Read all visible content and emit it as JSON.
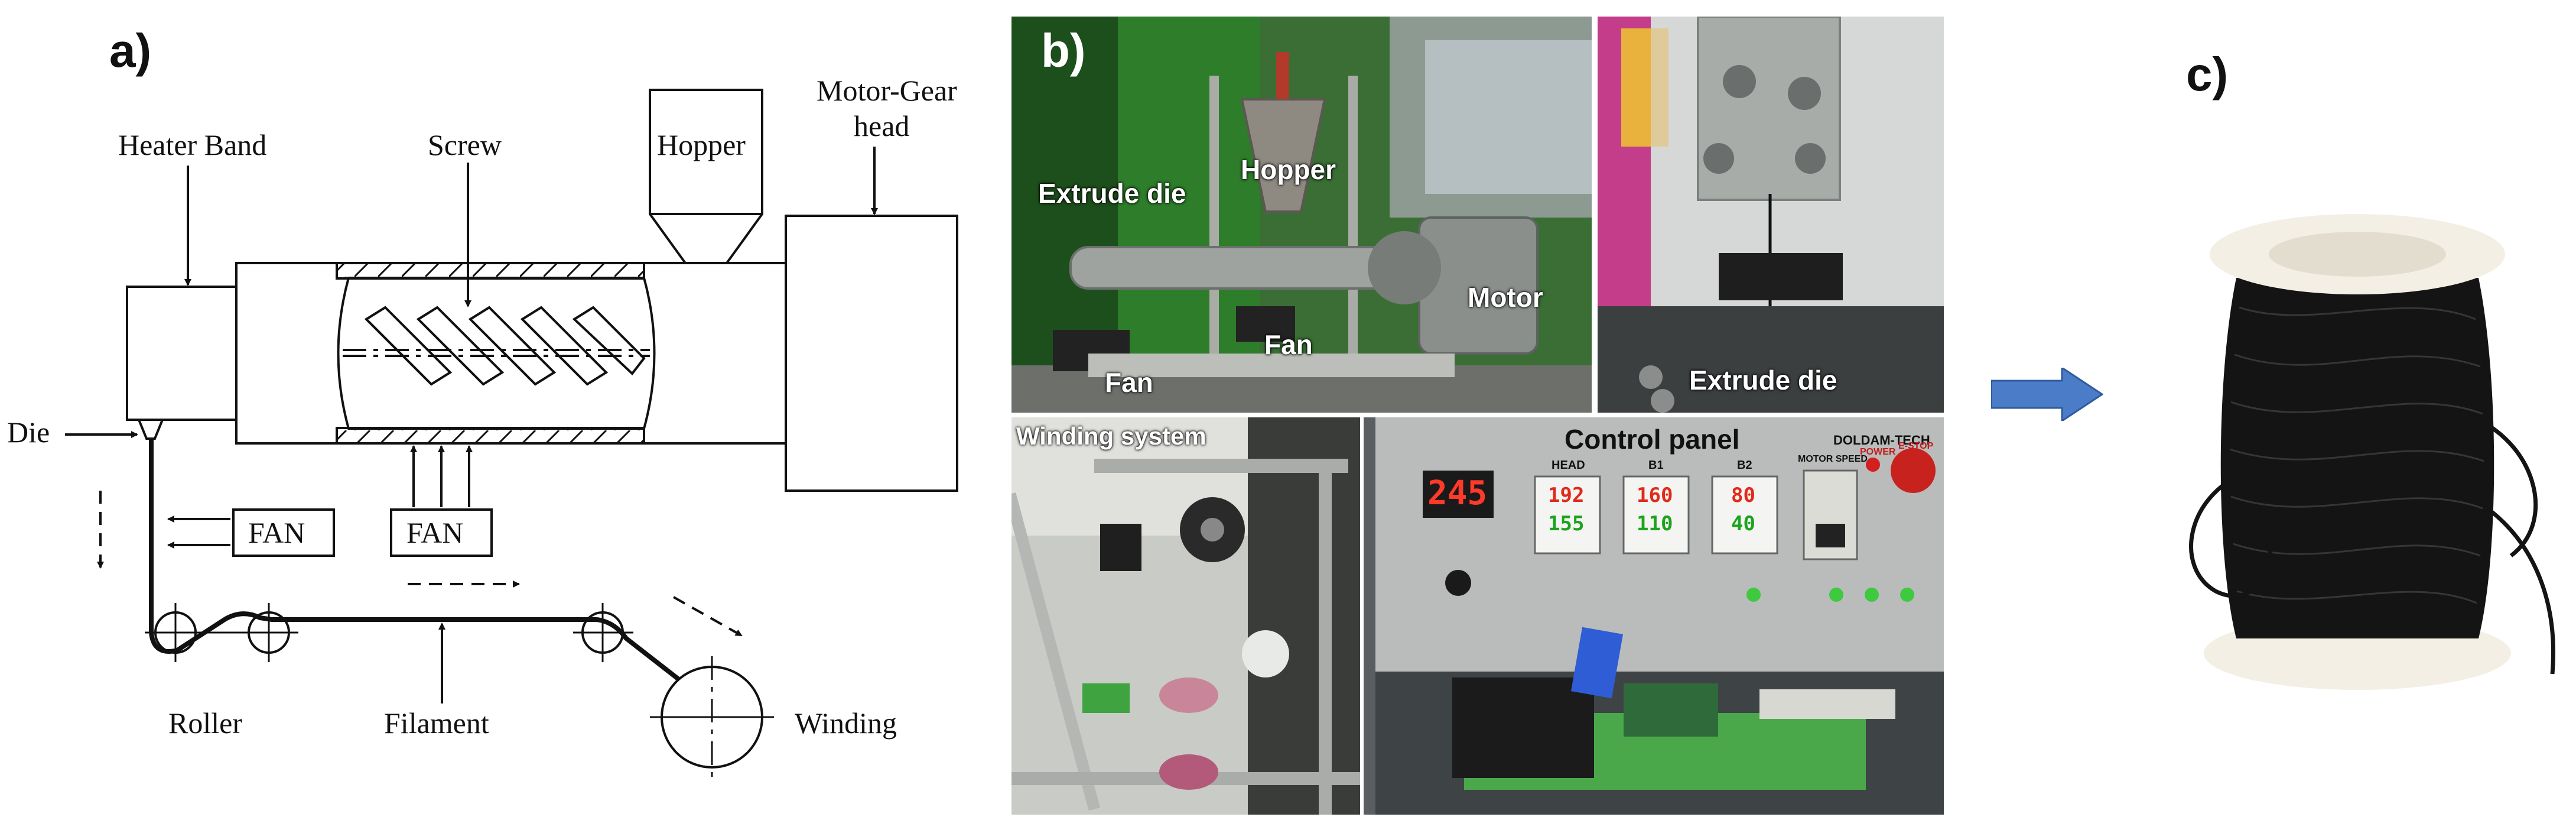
{
  "panels": {
    "a": {
      "letter": "a)",
      "labels": {
        "heater_band": "Heater Band",
        "screw": "Screw",
        "hopper": "Hopper",
        "motor_gear_line1": "Motor-Gear",
        "motor_gear_line2": "head",
        "die": "Die",
        "fan_left": "FAN",
        "fan_center": "FAN",
        "roller": "Roller",
        "filament": "Filament",
        "winding": "Winding"
      }
    },
    "b": {
      "letter": "b)",
      "labels": {
        "extrude_die": "Extrude die",
        "hopper": "Hopper",
        "motor": "Motor",
        "fan_1": "Fan",
        "fan_2": "Fan",
        "extrude_die_2": "Extrude die",
        "winding_system": "Winding system",
        "control_panel": "Control panel",
        "brand": "DOLDAM-TECH",
        "panel_display_main": "245",
        "panel_head": "HEAD",
        "panel_b1": "B1",
        "panel_b2": "B2",
        "panel_motor_speed": "MOTOR SPEED",
        "panel_power": "POWER",
        "panel_estop": "E-STOP",
        "readout_head_top": "192",
        "readout_head_bottom": "155",
        "readout_b1_top": "160",
        "readout_b1_bottom": "110",
        "readout_b2_top": "80",
        "readout_b2_bottom": "40"
      }
    },
    "c": {
      "letter": "c)"
    }
  },
  "colors": {
    "machine_green": "#2f8a2a",
    "arrow_blue": "#4a7cc8",
    "filament_black": "#141414",
    "spool_cream": "#f3efe4"
  }
}
